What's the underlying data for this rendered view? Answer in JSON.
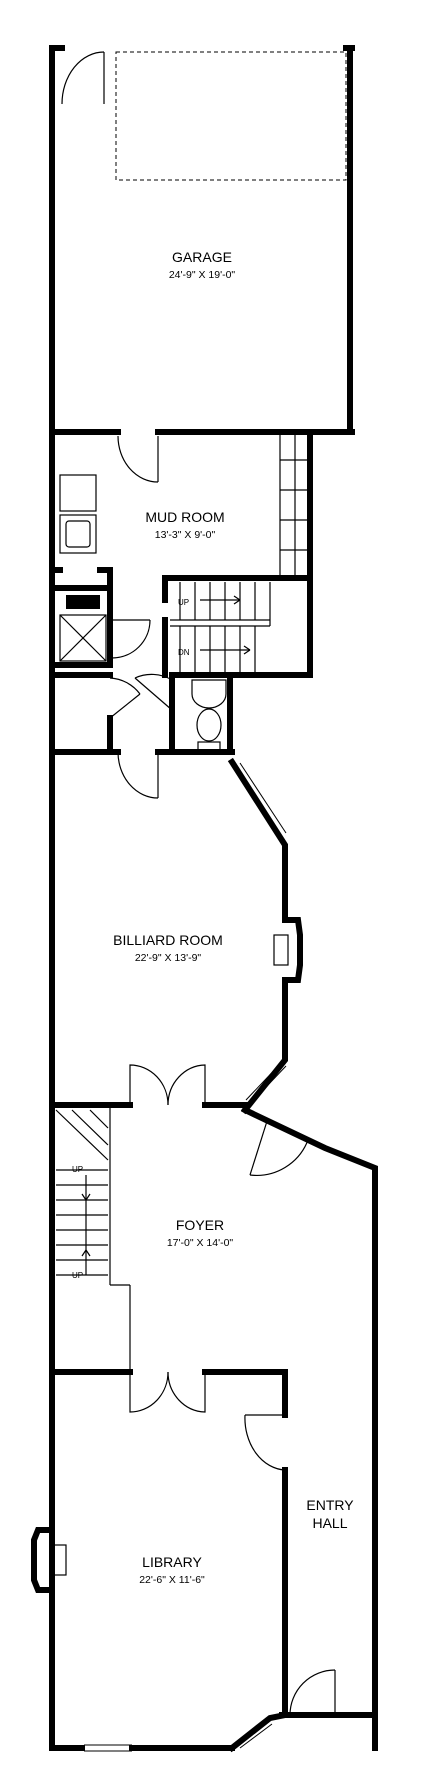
{
  "rooms": {
    "garage": {
      "name": "GARAGE",
      "dims": "24'-9\" X 19'-0\""
    },
    "mud_room": {
      "name": "MUD ROOM",
      "dims": "13'-3\" X 9'-0\""
    },
    "billiard": {
      "name": "BILLIARD ROOM",
      "dims": "22'-9\" X 13'-9\""
    },
    "foyer": {
      "name": "FOYER",
      "dims": "17'-0\" X 14'-0\""
    },
    "library": {
      "name": "LIBRARY",
      "dims": "22'-6\" X 11'-6\""
    },
    "entry_hall": {
      "line1": "ENTRY",
      "line2": "HALL"
    }
  },
  "stairs": {
    "rear": {
      "up": "UP",
      "down": "DN"
    },
    "front": {
      "up_top": "UP",
      "up_bottom": "UP"
    }
  }
}
